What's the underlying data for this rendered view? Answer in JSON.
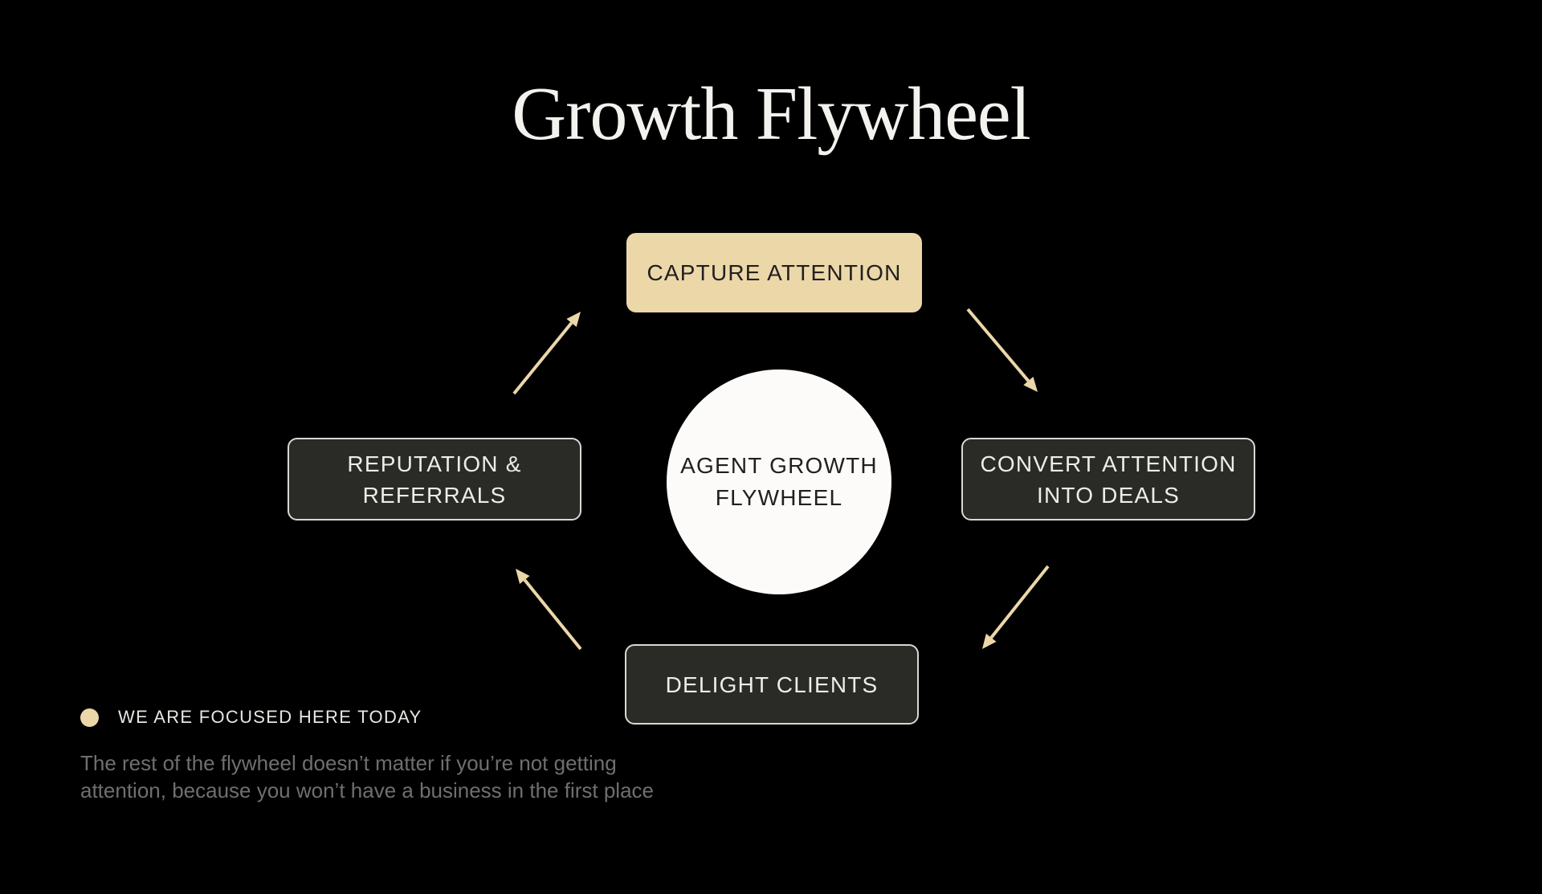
{
  "theme": {
    "background": "#000000",
    "accent": "#ecd7a9",
    "node_dark_bg": "#2a2a27",
    "node_border": "#dad8d3",
    "node_text_light": "#edece8",
    "node_text_dark": "#21201e",
    "circle_bg": "#fcfbf9",
    "title_color": "#f4f2ee",
    "legend_text_color": "#e8e6e2",
    "note_color": "#6f6f6f"
  },
  "slide": {
    "title": "Growth Flywheel"
  },
  "flywheel": {
    "center": {
      "line1": "AGENT GROWTH",
      "line2": "FLYWHEEL"
    },
    "nodes": {
      "top": {
        "label": "CAPTURE ATTENTION",
        "highlighted": true
      },
      "right": {
        "line1": "CONVERT ATTENTION",
        "line2": "INTO DEALS",
        "highlighted": false
      },
      "bottom": {
        "label": "DELIGHT CLIENTS",
        "highlighted": false
      },
      "left": {
        "line1": "REPUTATION &",
        "line2": "REFERRALS",
        "highlighted": false
      }
    }
  },
  "legend": {
    "dot_icon": "focus-dot",
    "label": "WE ARE FOCUSED HERE TODAY"
  },
  "note": {
    "line1": "The rest of the flywheel doesn’t matter if you’re not getting",
    "line2": "attention, because you won’t have a business in the first place"
  }
}
